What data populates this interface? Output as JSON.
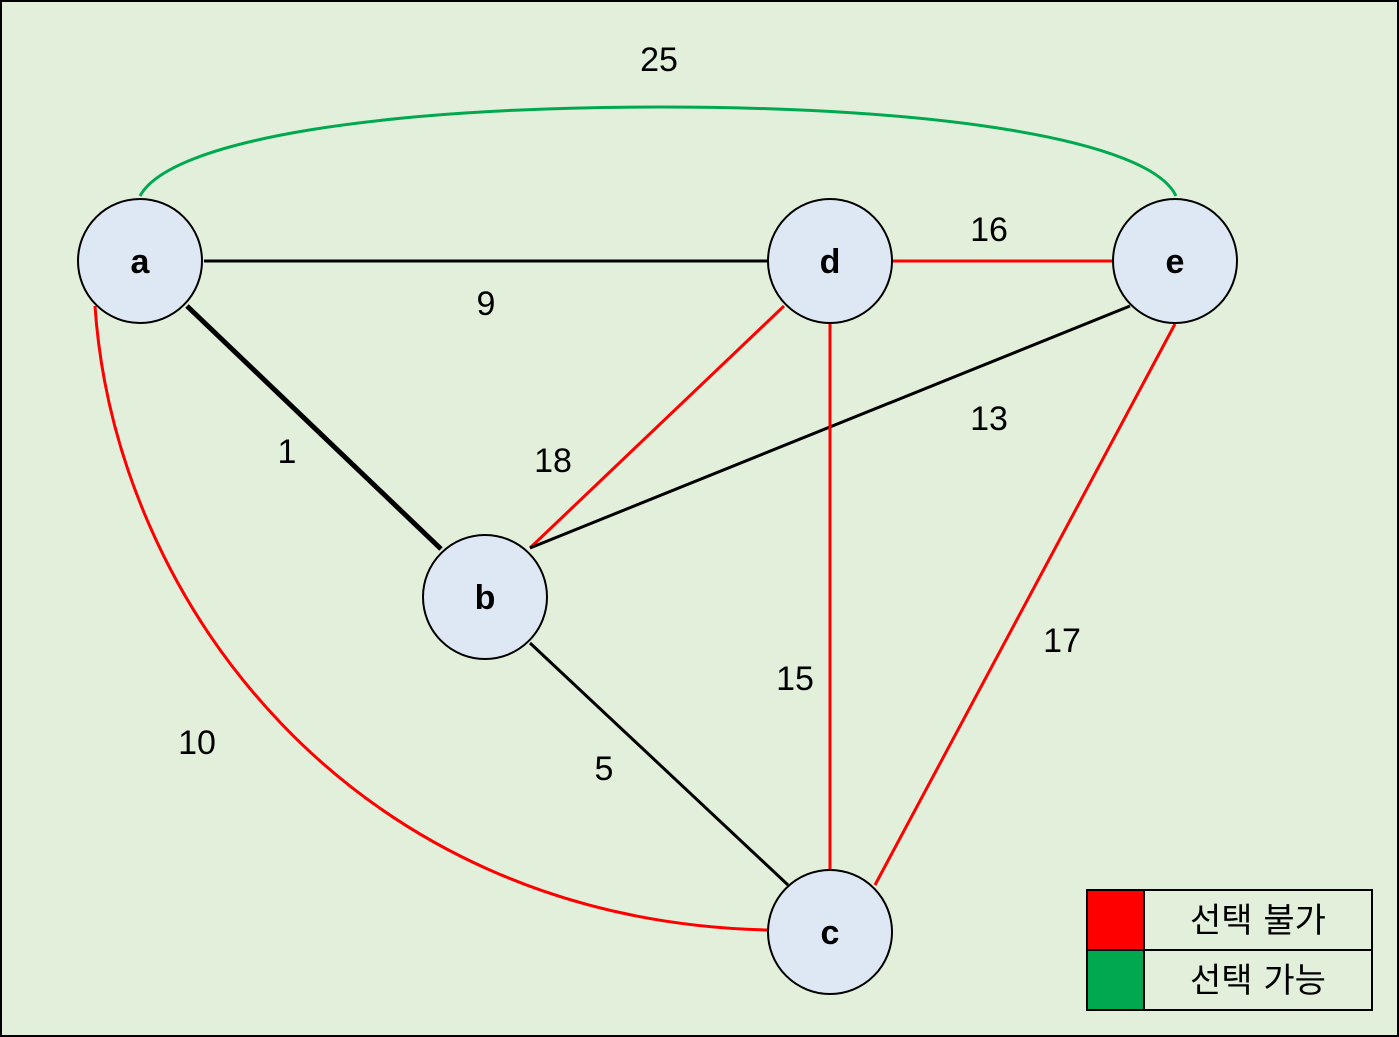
{
  "colors": {
    "background": "#e2efda",
    "node_fill": "#dee8f4",
    "node_stroke": "#000000",
    "edge_default": "#000000",
    "edge_unavailable": "#ff0000",
    "edge_available": "#00a94f"
  },
  "nodes": [
    {
      "id": "a",
      "label": "a"
    },
    {
      "id": "b",
      "label": "b"
    },
    {
      "id": "c",
      "label": "c"
    },
    {
      "id": "d",
      "label": "d"
    },
    {
      "id": "e",
      "label": "e"
    }
  ],
  "edges": [
    {
      "id": "a-e",
      "from": "a",
      "to": "e",
      "weight": "25",
      "status": "available"
    },
    {
      "id": "a-d",
      "from": "a",
      "to": "d",
      "weight": "9",
      "status": "default"
    },
    {
      "id": "a-b",
      "from": "a",
      "to": "b",
      "weight": "1",
      "status": "selected"
    },
    {
      "id": "a-c",
      "from": "a",
      "to": "c",
      "weight": "10",
      "status": "unavailable"
    },
    {
      "id": "d-e",
      "from": "d",
      "to": "e",
      "weight": "16",
      "status": "unavailable"
    },
    {
      "id": "b-d",
      "from": "b",
      "to": "d",
      "weight": "18",
      "status": "unavailable"
    },
    {
      "id": "b-e",
      "from": "b",
      "to": "e",
      "weight": "13",
      "status": "default"
    },
    {
      "id": "b-c",
      "from": "b",
      "to": "c",
      "weight": "5",
      "status": "default"
    },
    {
      "id": "d-c",
      "from": "d",
      "to": "c",
      "weight": "15",
      "status": "unavailable"
    },
    {
      "id": "e-c",
      "from": "e",
      "to": "c",
      "weight": "17",
      "status": "unavailable"
    }
  ],
  "legend": {
    "unavailable": "선택 불가",
    "available": "선택 가능"
  }
}
